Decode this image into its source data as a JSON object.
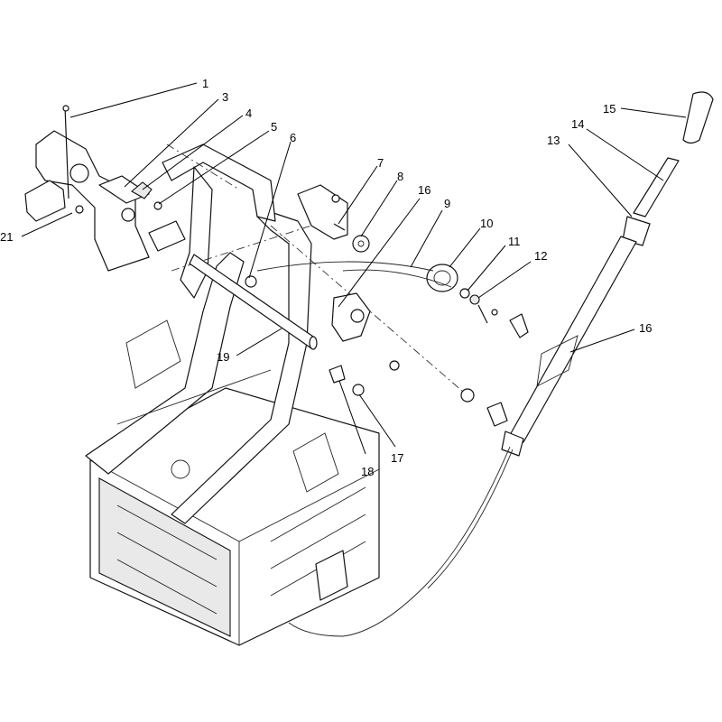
{
  "diagram": {
    "type": "exploded-parts-diagram",
    "callouts": [
      {
        "id": "c1",
        "label": "1"
      },
      {
        "id": "c3",
        "label": "3"
      },
      {
        "id": "c4",
        "label": "4"
      },
      {
        "id": "c5",
        "label": "5"
      },
      {
        "id": "c6",
        "label": "6"
      },
      {
        "id": "c7",
        "label": "7"
      },
      {
        "id": "c8",
        "label": "8"
      },
      {
        "id": "c16a",
        "label": "16"
      },
      {
        "id": "c9",
        "label": "9"
      },
      {
        "id": "c10",
        "label": "10"
      },
      {
        "id": "c11",
        "label": "11"
      },
      {
        "id": "c12",
        "label": "12"
      },
      {
        "id": "c15",
        "label": "15"
      },
      {
        "id": "c14",
        "label": "14"
      },
      {
        "id": "c13",
        "label": "13"
      },
      {
        "id": "c16b",
        "label": "16"
      },
      {
        "id": "c21",
        "label": "21"
      },
      {
        "id": "c19",
        "label": "19"
      },
      {
        "id": "c18",
        "label": "18"
      },
      {
        "id": "c17",
        "label": "17"
      }
    ]
  }
}
